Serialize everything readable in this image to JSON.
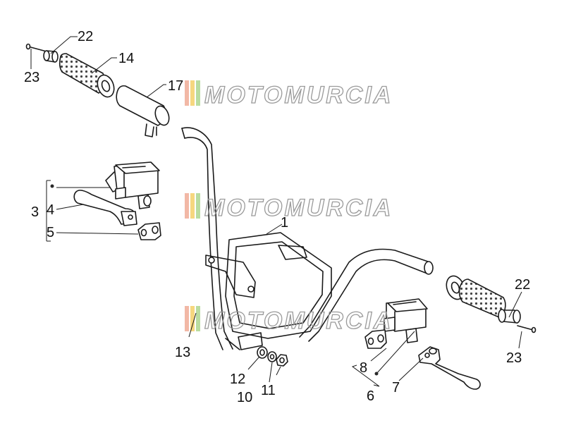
{
  "watermark": {
    "text": "MOTOMURCIA",
    "stripe_colors": [
      "#f2b8a6",
      "#f6d77f",
      "#b9dca0"
    ],
    "count": 3
  },
  "callouts": [
    {
      "id": "c22a",
      "label": "22"
    },
    {
      "id": "c23a",
      "label": "23"
    },
    {
      "id": "c14",
      "label": "14"
    },
    {
      "id": "c17",
      "label": "17"
    },
    {
      "id": "c3",
      "label": "3"
    },
    {
      "id": "c4",
      "label": "4"
    },
    {
      "id": "c5",
      "label": "5"
    },
    {
      "id": "c1",
      "label": "1"
    },
    {
      "id": "c13",
      "label": "13"
    },
    {
      "id": "c12",
      "label": "12"
    },
    {
      "id": "c10",
      "label": "10"
    },
    {
      "id": "c11",
      "label": "11"
    },
    {
      "id": "c8",
      "label": "8"
    },
    {
      "id": "c6",
      "label": "6"
    },
    {
      "id": "c7",
      "label": "7"
    },
    {
      "id": "c22b",
      "label": "22"
    },
    {
      "id": "c23b",
      "label": "23"
    }
  ]
}
